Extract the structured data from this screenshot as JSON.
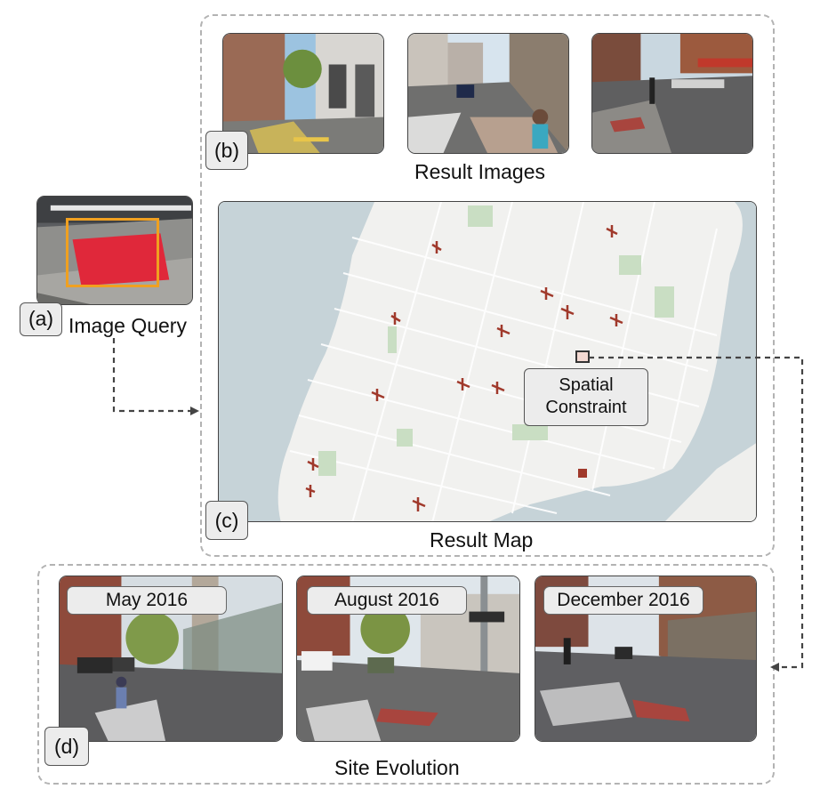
{
  "panels": {
    "a": {
      "tag": "(a)",
      "caption": "Image Query"
    },
    "b": {
      "tag": "(b)",
      "caption": "Result Images"
    },
    "c": {
      "tag": "(c)",
      "caption": "Result Map",
      "constraint_label_line1": "Spatial",
      "constraint_label_line2": "Constraint"
    },
    "d": {
      "tag": "(d)",
      "caption": "Site Evolution",
      "dates": [
        "May 2016",
        "August 2016",
        "December 2016"
      ]
    }
  },
  "colors": {
    "query_box": "#f0a020",
    "tactile_pad": "#e0283a",
    "map_water": "#c6d3d8",
    "map_land": "#f1f1ef",
    "map_park": "#c9dec3",
    "map_marker": "#a0392b"
  }
}
